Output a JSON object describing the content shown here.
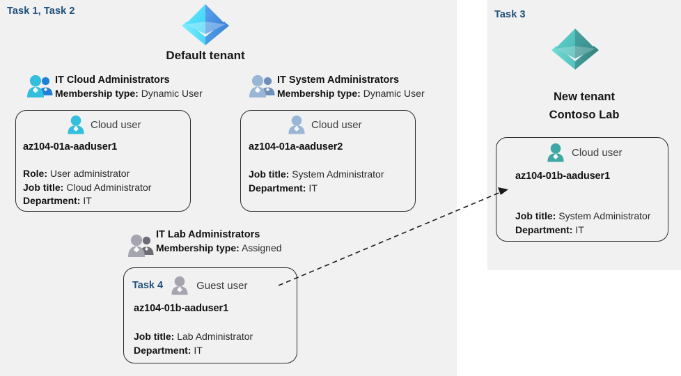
{
  "diagram": {
    "title_note": "Azure AD tenants, groups and users diagram",
    "colors": {
      "panel_bg": "#f1f1f1",
      "page_bg": "#ffffff",
      "task_label": "#1f4e79",
      "outline": "#2b2b2b",
      "tenant_blue_light": "#50e6ff",
      "tenant_blue_dark": "#3d8ce0",
      "tenant_teal_light": "#4fc4c0",
      "tenant_teal_dark": "#3a9a98",
      "user_cyan": "#32bedd",
      "user_steel": "#8aa7c7",
      "user_teal": "#3fa8a5",
      "user_grey": "#9b9ba6"
    }
  },
  "left_panel": {
    "task_label": "Task 1, Task 2",
    "tenant": {
      "icon": "azure-ad-tenant-icon",
      "name": "Default tenant"
    },
    "groups": [
      {
        "icon": "group-users-icon",
        "title": "IT Cloud Administrators",
        "membership_label": "Membership type:",
        "membership_value": "Dynamic User",
        "card": {
          "user_icon": "cloud-user-icon",
          "user_type": "Cloud user",
          "user_name": "az104-01a-aaduser1",
          "properties": [
            {
              "label": "Role:",
              "value": "User administrator"
            },
            {
              "label": "Job title:",
              "value": "Cloud Administrator"
            },
            {
              "label": "Department:",
              "value": "IT"
            }
          ]
        }
      },
      {
        "icon": "group-users-icon",
        "title": "IT System Administrators",
        "membership_label": "Membership type:",
        "membership_value": "Dynamic User",
        "card": {
          "user_icon": "cloud-user-icon",
          "user_type": "Cloud user",
          "user_name": "az104-01a-aaduser2",
          "properties": [
            {
              "label": "Job title:",
              "value": "System Administrator"
            },
            {
              "label": "Department:",
              "value": "IT"
            }
          ]
        }
      },
      {
        "icon": "group-users-icon",
        "title": "IT Lab Administrators",
        "membership_label": "Membership type:",
        "membership_value": "Assigned",
        "card": {
          "task_label": "Task 4",
          "user_icon": "guest-user-icon",
          "user_type": "Guest user",
          "user_name": "az104-01b-aaduser1",
          "properties": [
            {
              "label": "Job title:",
              "value": "Lab Administrator"
            },
            {
              "label": "Department:",
              "value": "IT"
            }
          ]
        }
      }
    ]
  },
  "right_panel": {
    "task_label": "Task 3",
    "tenant": {
      "icon": "azure-ad-tenant-icon",
      "name_line1": "New  tenant",
      "name_line2": "Contoso Lab"
    },
    "card": {
      "user_icon": "cloud-user-icon",
      "user_type": "Cloud user",
      "user_name": "az104-01b-aaduser1",
      "properties": [
        {
          "label": "Job title:",
          "value": "System Administrator"
        },
        {
          "label": "Department:",
          "value": "IT"
        }
      ]
    }
  },
  "connector": {
    "name": "guest-invite-arrow",
    "style": "dashed-arrow",
    "from": "IT Lab Administrators guest user card",
    "to": "Contoso Lab cloud user card"
  }
}
